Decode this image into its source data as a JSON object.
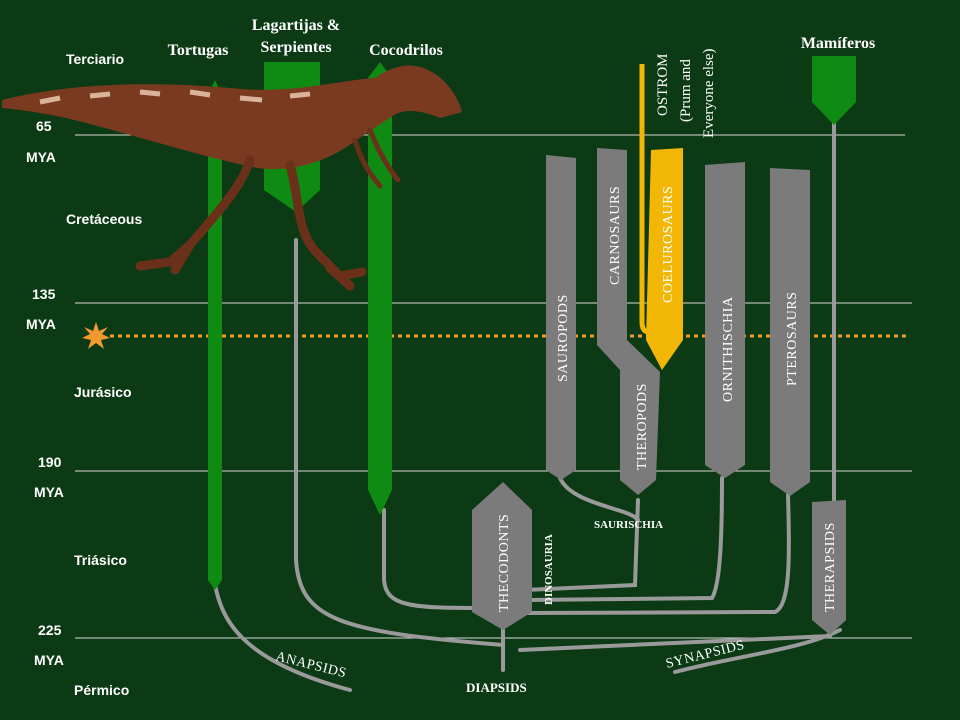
{
  "eras": {
    "terciario": "Terciario",
    "cretaceous": "Cretáceous",
    "jurasico": "Jurásico",
    "triasico": "Triásico",
    "permico": "Pérmico"
  },
  "ages": {
    "a65": "65",
    "a135": "135",
    "a190": "190",
    "a225": "225",
    "unit": "MYA"
  },
  "groups": {
    "tortugas": "Tortugas",
    "lagartijas_1": "Lagartijas &",
    "lagartijas_2": "Serpientes",
    "cocodrilos": "Cocodrilos",
    "mamiferos": "Mamíferos"
  },
  "ostrom": {
    "line1": "OSTROM",
    "line2": "(Prum and",
    "line3": "Everyone else)"
  },
  "branches": {
    "sauropods": "SAUROPODS",
    "carnosaurs": "CARNOSAURS",
    "coelurosaurs": "COELUROSAURS",
    "theropods": "THEROPODS",
    "ornithischia": "ORNITHISCHIA",
    "pterosaurs": "PTEROSAURS",
    "thecodonts": "THECODONTS",
    "dinosauria": "DINOSAURIA",
    "saurischia": "SAURISCHIA",
    "therapsids": "THERAPSIDS",
    "anapsids": "ANAPSIDS",
    "synapsids": "SYNAPSIDS",
    "diapsids": "DIAPSIDS"
  },
  "colors": {
    "background": "#0b3a14",
    "green_lineage": "#0f8a12",
    "gray_lineage": "#7b7b7b",
    "bird_lineage": "#f2b705",
    "connector": "#9a9a9a",
    "extinction_marker": "#f29a2e"
  }
}
